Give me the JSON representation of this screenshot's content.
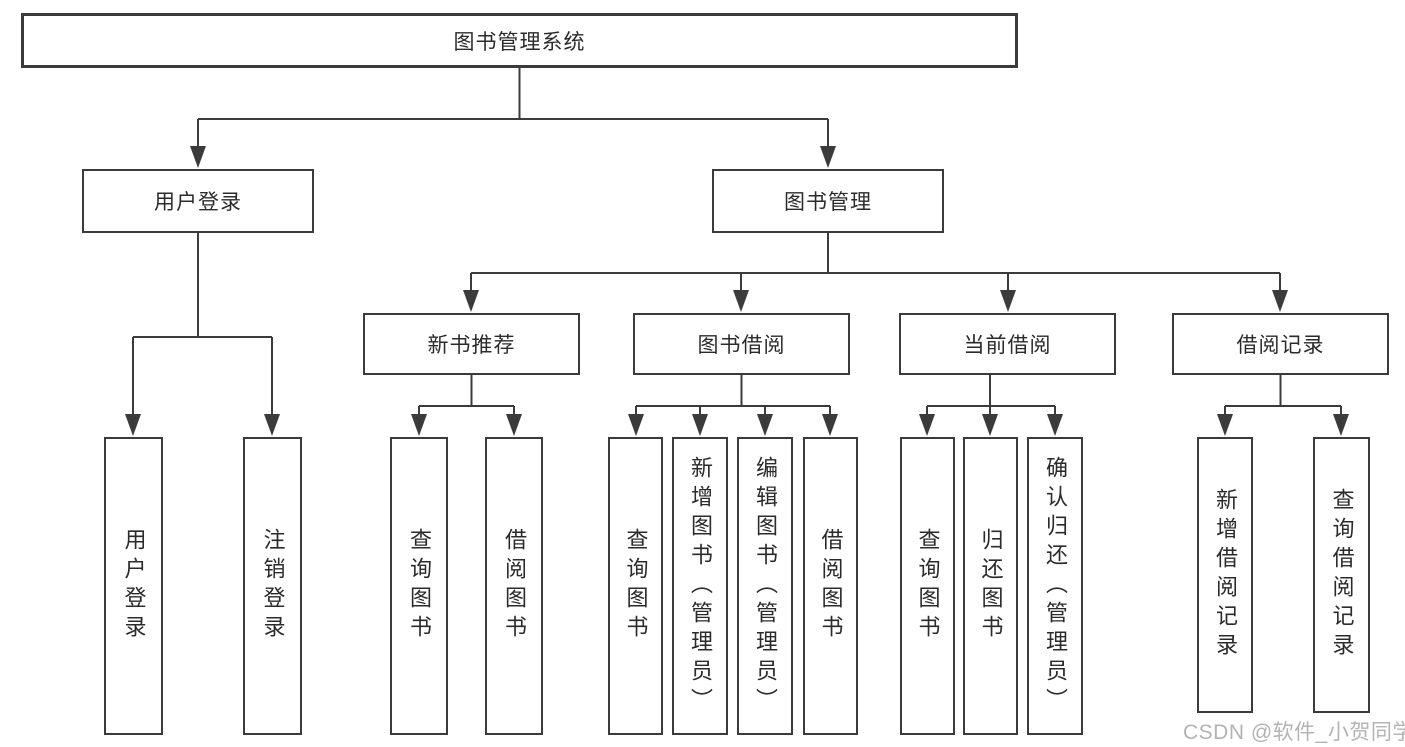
{
  "diagram_title": "图书管理系统",
  "colors": {
    "line": "#3b3b3b",
    "box_border": "#3b3b3b",
    "text": "#2b2b2b",
    "background": "#ffffff",
    "watermark": "#b3b3b3"
  },
  "tree": {
    "label": "图书管理系统",
    "children": [
      {
        "label": "用户登录",
        "children": [
          {
            "label": "用户登录"
          },
          {
            "label": "注销登录"
          }
        ]
      },
      {
        "label": "图书管理",
        "children": [
          {
            "label": "新书推荐",
            "children": [
              {
                "label": "查询图书"
              },
              {
                "label": "借阅图书"
              }
            ]
          },
          {
            "label": "图书借阅",
            "children": [
              {
                "label": "查询图书"
              },
              {
                "label": "新增图书（管理员）"
              },
              {
                "label": "编辑图书（管理员）"
              },
              {
                "label": "借阅图书"
              }
            ]
          },
          {
            "label": "当前借阅",
            "children": [
              {
                "label": "查询图书"
              },
              {
                "label": "归还图书"
              },
              {
                "label": "确认归还（管理员）"
              }
            ]
          },
          {
            "label": "借阅记录",
            "children": [
              {
                "label": "新增借阅记录"
              },
              {
                "label": "查询借阅记录"
              }
            ]
          }
        ]
      }
    ]
  },
  "watermark": {
    "text": "CSDN @软件_小贺同学"
  }
}
